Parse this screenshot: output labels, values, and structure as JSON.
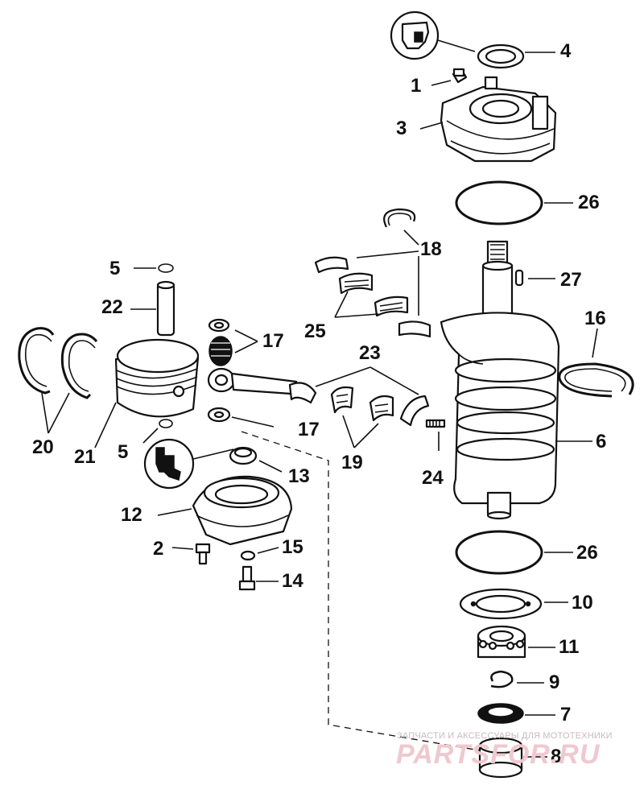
{
  "callouts": {
    "n1": "1",
    "n2": "2",
    "n3": "3",
    "n4": "4",
    "n5a": "5",
    "n5b": "5",
    "n6": "6",
    "n7": "7",
    "n8": "8",
    "n9": "9",
    "n10": "10",
    "n11": "11",
    "n12": "12",
    "n13": "13",
    "n14": "14",
    "n15": "15",
    "n16": "16",
    "n17a": "17",
    "n17b": "17",
    "n18": "18",
    "n19": "19",
    "n20": "20",
    "n21": "21",
    "n22": "22",
    "n23": "23",
    "n24": "24",
    "n25": "25",
    "n26a": "26",
    "n26b": "26",
    "n27": "27"
  },
  "watermark": {
    "tagline": "ЗАПЧАСТИ И АКСЕССУАРЫ ДЛЯ МОТОТЕХНИКИ",
    "site": "PARTSFOR.RU"
  }
}
